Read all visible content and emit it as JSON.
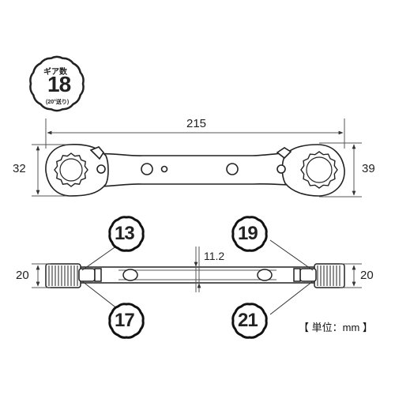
{
  "gear_badge": {
    "title": "ギア数",
    "value": "18",
    "note": "(20°送り)"
  },
  "dimensions": {
    "length": "215",
    "left_height": "32",
    "right_height": "39",
    "thickness": "11.2",
    "left_width": "20",
    "right_width": "20"
  },
  "sizes": {
    "top_left": "13",
    "bottom_left": "17",
    "top_right": "19",
    "bottom_right": "21"
  },
  "unit_label": "【 単位：mm 】",
  "colors": {
    "line": "#222222",
    "fill": "#ffffff",
    "badge_fill": "#ffffff"
  }
}
